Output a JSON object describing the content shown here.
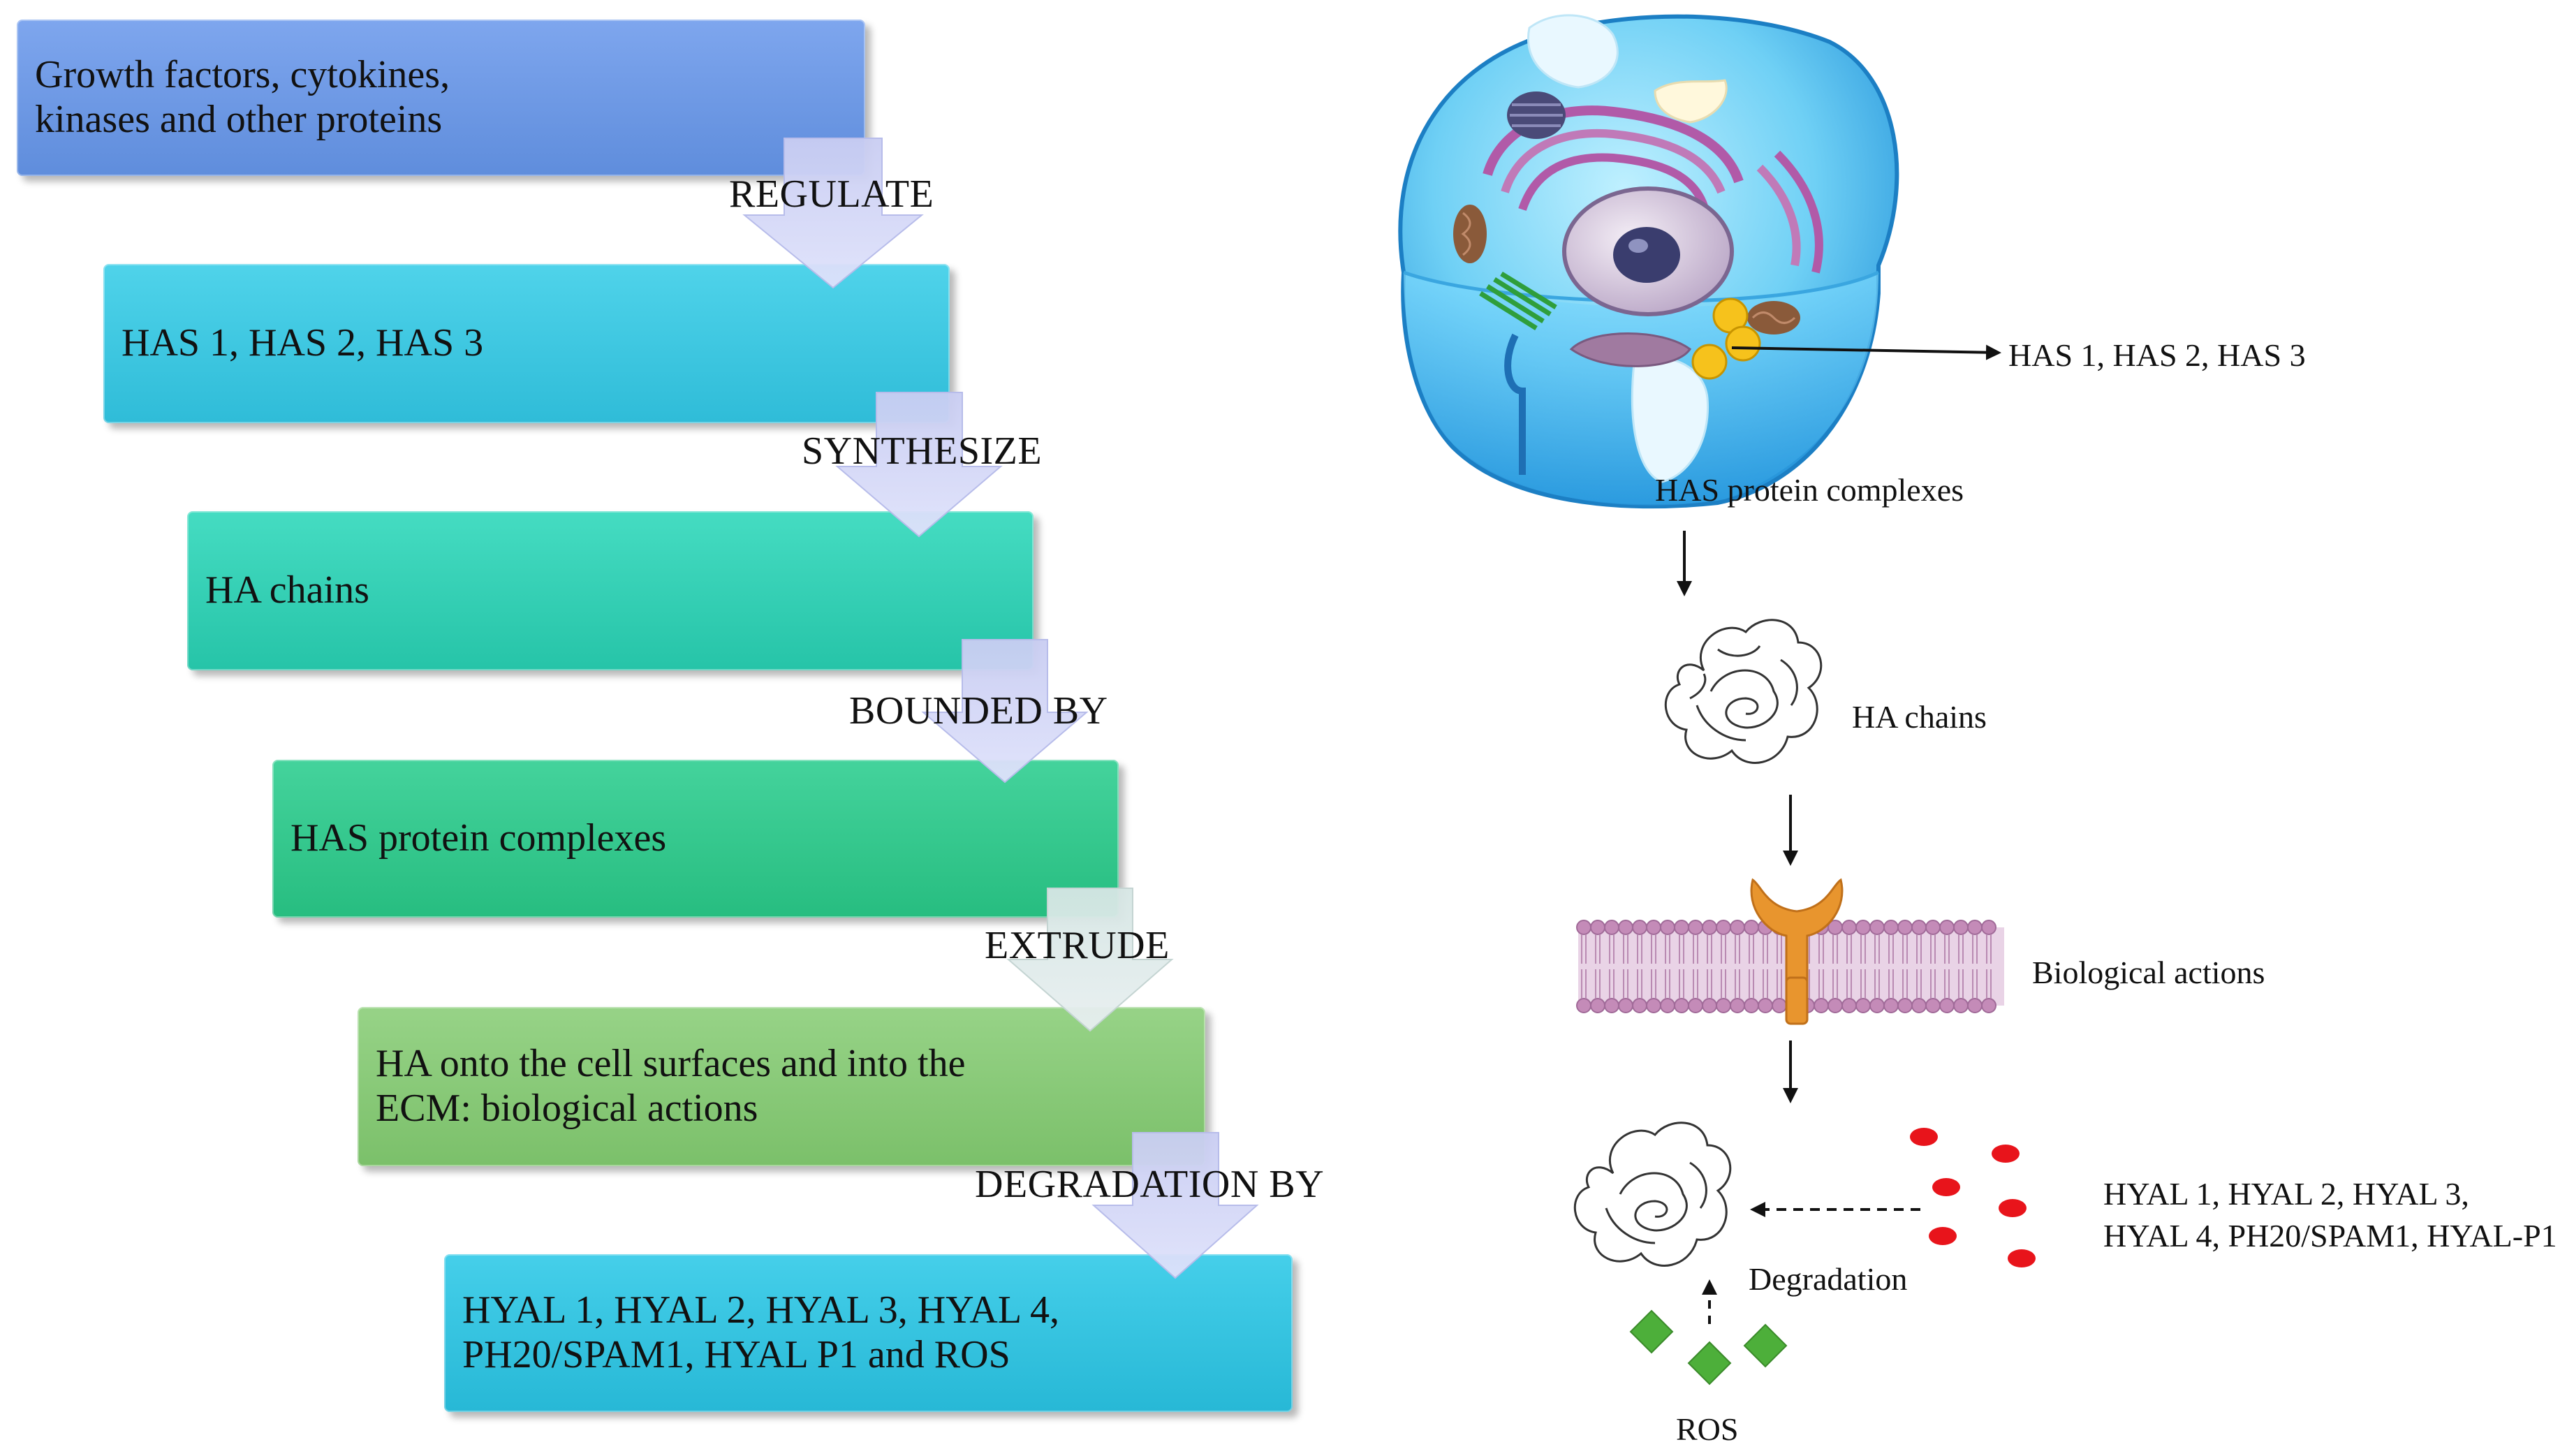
{
  "flow": {
    "steps": [
      {
        "text": "Growth factors, cytokines,\nkinases and other proteins",
        "color": "#6F9AE6"
      },
      {
        "text": "HAS 1, HAS 2, HAS 3",
        "color": "#3CC8E0"
      },
      {
        "text": "HA chains",
        "color": "#35D1B6"
      },
      {
        "text": "HAS protein complexes",
        "color": "#33C98F"
      },
      {
        "text": "HA onto the cell surfaces and into the\nECM: biological actions",
        "color": "#8ACB79"
      },
      {
        "text": "HYAL 1, HYAL 2, HYAL 3, HYAL 4,\nPH20/SPAM1, HYAL P1 and ROS",
        "color": "#33C4E2"
      }
    ],
    "verbs": [
      "REGULATE",
      "SYNTHESIZE",
      "BOUNDED BY",
      "EXTRUDE",
      "DEGRADATION BY"
    ]
  },
  "pathway": {
    "has_enzymes_label": "HAS 1, HAS 2, HAS 3",
    "has_complexes_label": "HAS protein complexes",
    "ha_chains_label": "HA chains",
    "biological_actions_label": "Biological actions",
    "hyal_label_line1": "HYAL 1, HYAL 2, HYAL 3,",
    "hyal_label_line2": "HYAL 4, PH20/SPAM1, HYAL-P1",
    "degradation_label": "Degradation",
    "ros_label": "ROS"
  },
  "icons": [
    "cell-icon",
    "ha-coil-icon",
    "cell-membrane-icon",
    "receptor-icon",
    "hyaluronidase-dots-icon",
    "ros-diamond-icon"
  ],
  "colors": {
    "hyal": "#E8141B",
    "ros": "#4DAF3A",
    "receptor": "#E8952E",
    "membrane": "#C48BB8"
  }
}
